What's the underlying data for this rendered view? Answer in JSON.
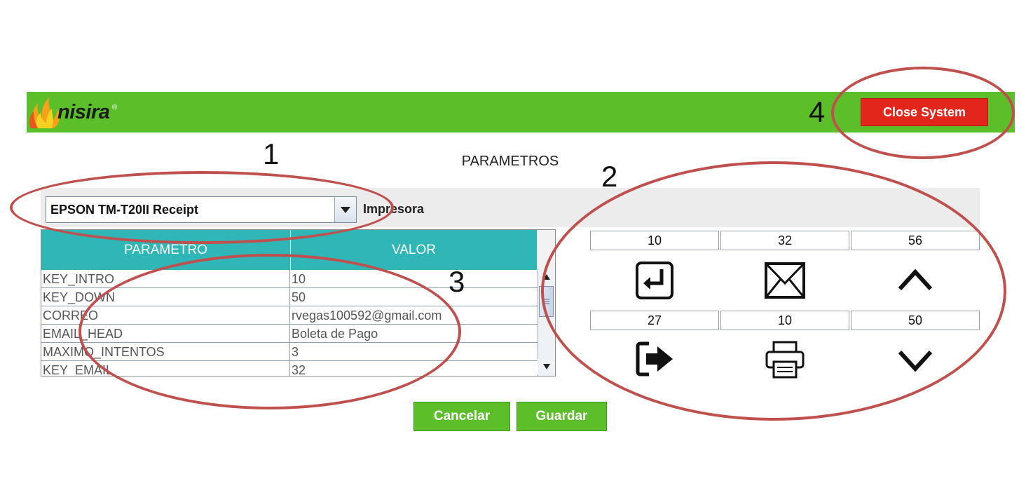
{
  "header": {
    "logo_text": "nisira",
    "logo_mark": "®",
    "close_button_label": "Close System"
  },
  "page_title": "PARAMETROS",
  "printer": {
    "selected": "EPSON TM-T20II Receipt",
    "label": "Impresora"
  },
  "table": {
    "columns": [
      "PARAMETRO",
      "VALOR"
    ],
    "rows": [
      {
        "param": "KEY_INTRO",
        "value": "10"
      },
      {
        "param": "KEY_DOWN",
        "value": "50"
      },
      {
        "param": "CORREO",
        "value": "rvegas100592@gmail.com"
      },
      {
        "param": "EMAIL_HEAD",
        "value": "Boleta de Pago"
      },
      {
        "param": "MAXIMO_INTENTOS",
        "value": "3"
      },
      {
        "param": "KEY_EMAIL",
        "value": "32"
      }
    ]
  },
  "keys": {
    "enter": {
      "code": "10",
      "icon": "enter-icon"
    },
    "email": {
      "code": "32",
      "icon": "envelope-icon"
    },
    "up": {
      "code": "56",
      "icon": "chevron-up-icon"
    },
    "exit": {
      "code": "27",
      "icon": "sign-out-icon"
    },
    "print": {
      "code": "10",
      "icon": "printer-icon"
    },
    "down": {
      "code": "50",
      "icon": "chevron-down-icon"
    }
  },
  "buttons": {
    "cancel": "Cancelar",
    "save": "Guardar"
  },
  "annotations": {
    "n1": "1",
    "n2": "2",
    "n3": "3",
    "n4": "4",
    "color": "#c0504d"
  },
  "colors": {
    "header_green": "#5cbf2a",
    "close_red": "#e3261b",
    "table_header_teal": "#2fb6b6"
  }
}
